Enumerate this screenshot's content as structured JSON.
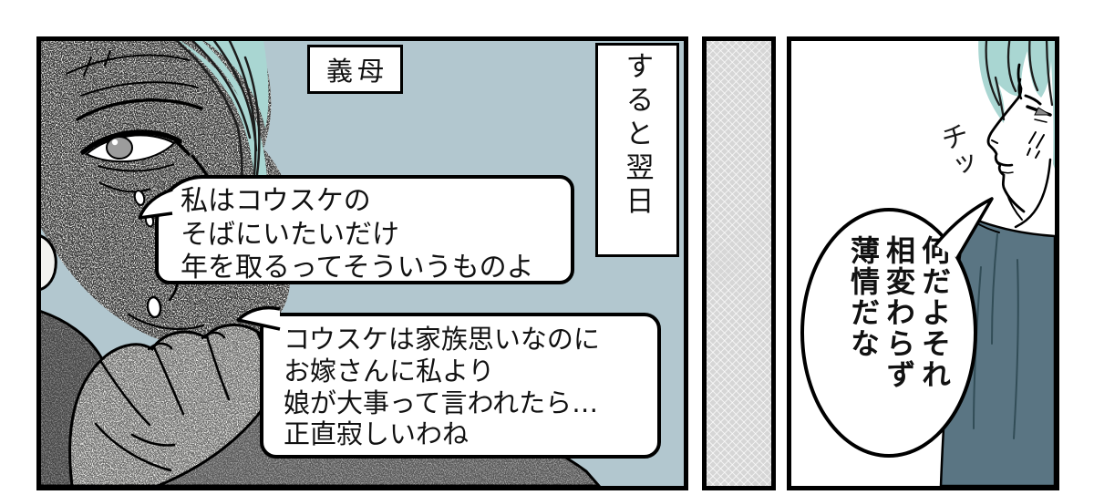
{
  "panel_left": {
    "character_label": "義母",
    "bubble1": {
      "lines": [
        "私はコウスケの",
        "そばにいたいだけ",
        "年を取るってそういうものよ"
      ]
    },
    "bubble2": {
      "lines": [
        "コウスケは家族思いなのに",
        "お嫁さんに私より",
        "娘が大事って言われたら…",
        "正直寂しいわね"
      ]
    }
  },
  "narration": {
    "text": "すると翌日"
  },
  "panel_right": {
    "sfx": "チッ",
    "bubble": {
      "lines": [
        "何だよそれ",
        "相変わらず",
        "薄情だな"
      ]
    }
  },
  "colors": {
    "panel_bg_blue": "#b2c7cf",
    "gutter_gray": "#d6d6d6",
    "hair_teal": "#a9d6d2",
    "shirt_slate": "#5a7583",
    "clothing_gray": "#8c8c8c",
    "iris_gray": "#9c9c9c"
  }
}
